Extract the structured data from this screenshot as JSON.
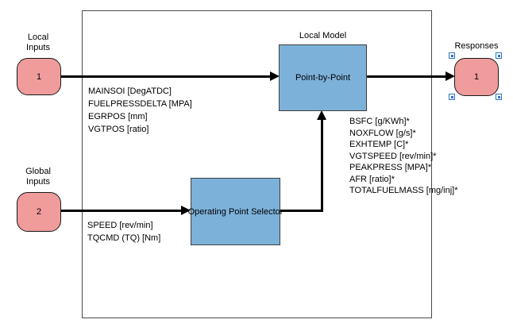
{
  "diagram": {
    "local_inputs": {
      "label_line1": "Local",
      "label_line2": "Inputs",
      "port_number": "1"
    },
    "global_inputs": {
      "label_line1": "Global",
      "label_line2": "Inputs",
      "port_number": "2"
    },
    "responses": {
      "label": "Responses",
      "port_number": "1"
    },
    "local_model": {
      "title": "Local Model",
      "block_label": "Point-by-Point"
    },
    "operating_point_selector": {
      "block_label": "Operating Point Selector"
    },
    "local_input_signals": [
      "MAINSOI [DegATDC]",
      "FUELPRESSDELTA [MPA]",
      "EGRPOS [mm]",
      "VGTPOS [ratio]"
    ],
    "global_input_signals": [
      "SPEED [rev/min]",
      "TQCMD (TQ) [Nm]"
    ],
    "response_signals": [
      "BSFC [g/KWh]*",
      "NOXFLOW [g/s]*",
      "EXHTEMP [C]*",
      "VGTSPEED [rev/min]*",
      "PEAKPRESS [MPA]*",
      "AFR [ratio]*",
      "TOTALFUELMASS [mg/inj]*"
    ],
    "colors": {
      "port_fill": "#F09C9C",
      "block_fill": "#7CB1D9",
      "wire": "#000000",
      "selection_handle": "#2E74C6",
      "outer_border": "#4a4a4a"
    }
  }
}
